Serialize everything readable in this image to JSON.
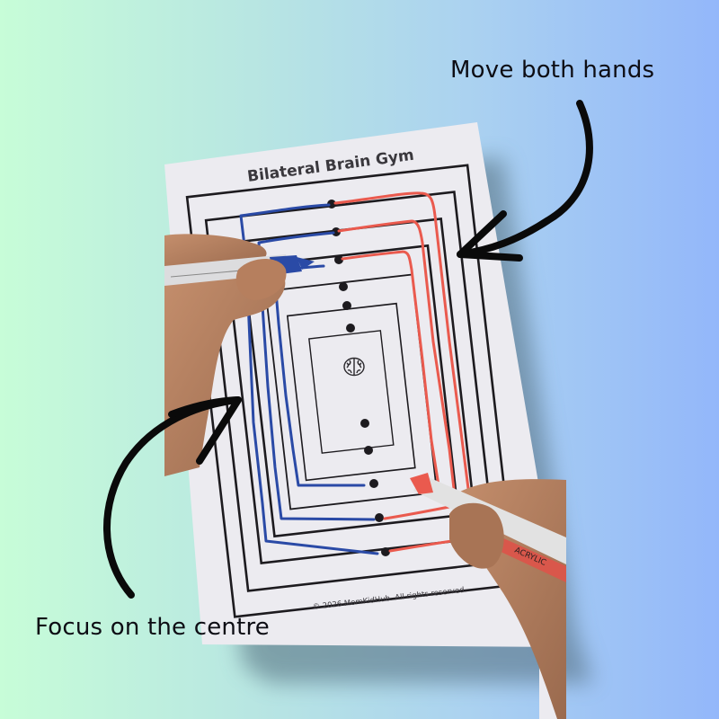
{
  "captions": {
    "top_right": "Move both hands",
    "bottom_left": "Focus on the centre"
  },
  "worksheet": {
    "title": "Bilateral Brain Gym",
    "footer": "© 2026 MomKidHub. All rights reserved.",
    "center_icon": "brain-icon",
    "rectangle_count": 8,
    "dots_per_side": 4
  },
  "markers": {
    "left": {
      "color": "blue",
      "hex": "#1f3fa8"
    },
    "right": {
      "color": "red",
      "label": "ACRYLIC",
      "hex": "#e8473a"
    }
  },
  "colors": {
    "background_left": "#c7fdd8",
    "background_right": "#93b7fa",
    "paper": "#ecebf0",
    "ink": "#1d1b1f",
    "blue_trace": "#2a4aa6",
    "red_trace": "#ea5a4e",
    "arrow": "#0a0a0a",
    "skin": "#b78363"
  }
}
